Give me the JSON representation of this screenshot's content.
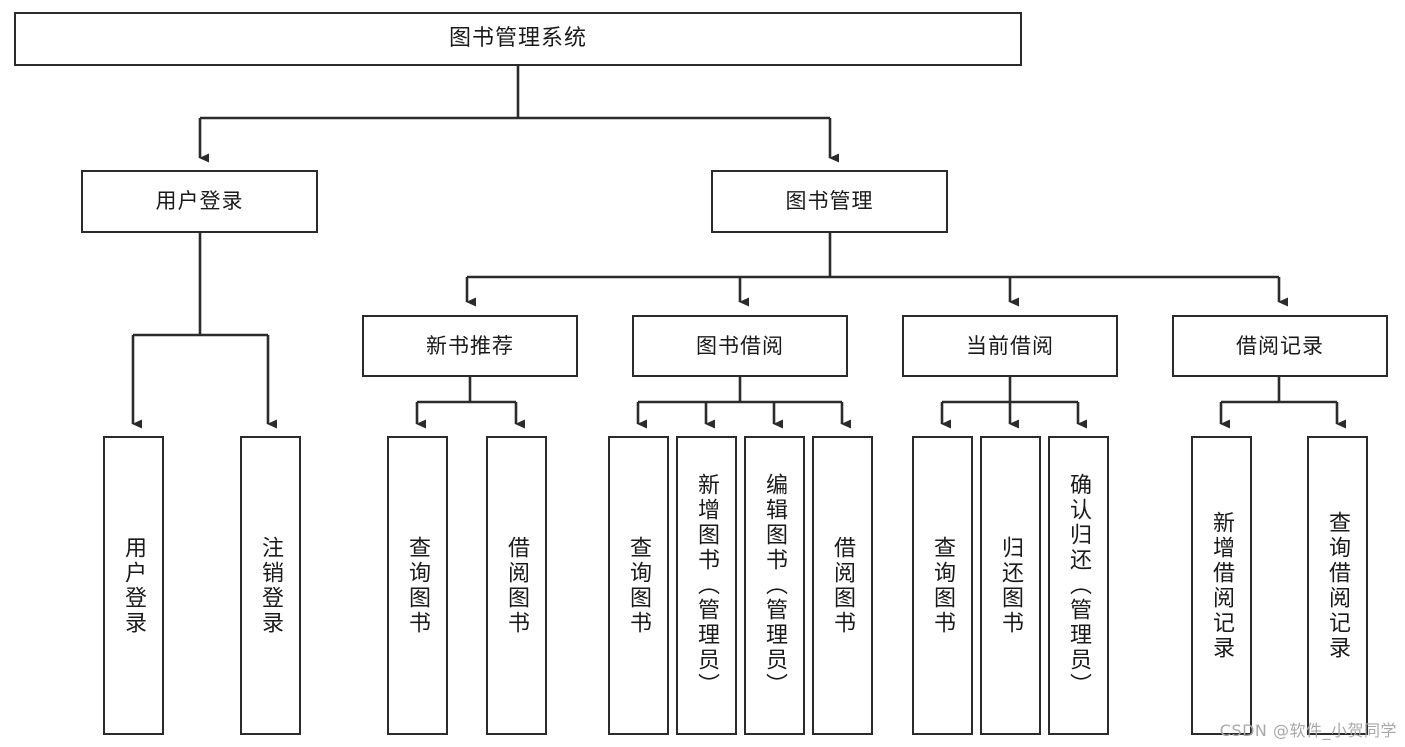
{
  "diagram": {
    "title": "图书管理系统",
    "type": "tree-hierarchy-diagram",
    "colors": {
      "box_border": "#2b2b2b",
      "box_fill": "#ffffff",
      "connector": "#2b2b2b",
      "text": "#1a1a1a",
      "watermark": "#a8a8a8"
    },
    "nodes": {
      "root": {
        "label": "图书管理系统"
      },
      "level2": [
        {
          "id": "user-login",
          "label": "用户登录"
        },
        {
          "id": "book-management",
          "label": "图书管理"
        }
      ],
      "level3": [
        {
          "id": "new-book-recommend",
          "label": "新书推荐"
        },
        {
          "id": "book-borrow",
          "label": "图书借阅"
        },
        {
          "id": "current-borrow",
          "label": "当前借阅"
        },
        {
          "id": "borrow-record",
          "label": "借阅记录"
        }
      ],
      "leaves": {
        "user_login": [
          {
            "id": "leaf-user-login",
            "label": "用户登录"
          },
          {
            "id": "leaf-user-logout",
            "label": "注销登录"
          }
        ],
        "new_book_recommend": [
          {
            "id": "leaf-query-book-1",
            "label": "查询图书"
          },
          {
            "id": "leaf-borrow-book-1",
            "label": "借阅图书"
          }
        ],
        "book_borrow": [
          {
            "id": "leaf-query-book-2",
            "label": "查询图书"
          },
          {
            "id": "leaf-add-book",
            "label": "新增图书（管理员）"
          },
          {
            "id": "leaf-edit-book",
            "label": "编辑图书（管理员）"
          },
          {
            "id": "leaf-borrow-book-2",
            "label": "借阅图书"
          }
        ],
        "current_borrow": [
          {
            "id": "leaf-query-book-3",
            "label": "查询图书"
          },
          {
            "id": "leaf-return-book",
            "label": "归还图书"
          },
          {
            "id": "leaf-confirm-return",
            "label": "确认归还（管理员）"
          }
        ],
        "borrow_record": [
          {
            "id": "leaf-add-borrow-record",
            "label": "新增借阅记录"
          },
          {
            "id": "leaf-query-borrow-record",
            "label": "查询借阅记录"
          }
        ]
      }
    },
    "watermark": "CSDN @软件_小贺同学"
  }
}
